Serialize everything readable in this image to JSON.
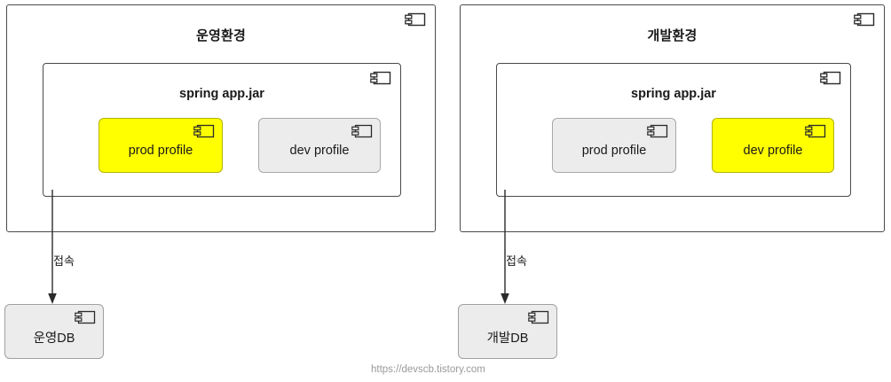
{
  "diagram": {
    "type": "uml-deployment-diagram",
    "watermark": "https://devscb.tistory.com",
    "colors": {
      "active_profile_fill": "#ffff00",
      "inactive_profile_fill": "#ececec",
      "node_stroke": "#4a4a4a",
      "db_fill": "#ececec",
      "watermark_text": "#9a9a9a"
    },
    "environments": [
      {
        "id": "production",
        "title": "운영환경",
        "artifact": {
          "title": "spring app.jar",
          "components": [
            {
              "label": "prod profile",
              "state": "active"
            },
            {
              "label": "dev profile",
              "state": "inactive"
            }
          ]
        },
        "connector": {
          "label": "접속",
          "direction": "down"
        },
        "database": {
          "label": "운영DB"
        }
      },
      {
        "id": "development",
        "title": "개발환경",
        "artifact": {
          "title": "spring app.jar",
          "components": [
            {
              "label": "prod profile",
              "state": "inactive"
            },
            {
              "label": "dev profile",
              "state": "active"
            }
          ]
        },
        "connector": {
          "label": "접속",
          "direction": "down"
        },
        "database": {
          "label": "개발DB"
        }
      }
    ],
    "icons": {
      "component": "component-icon"
    }
  }
}
